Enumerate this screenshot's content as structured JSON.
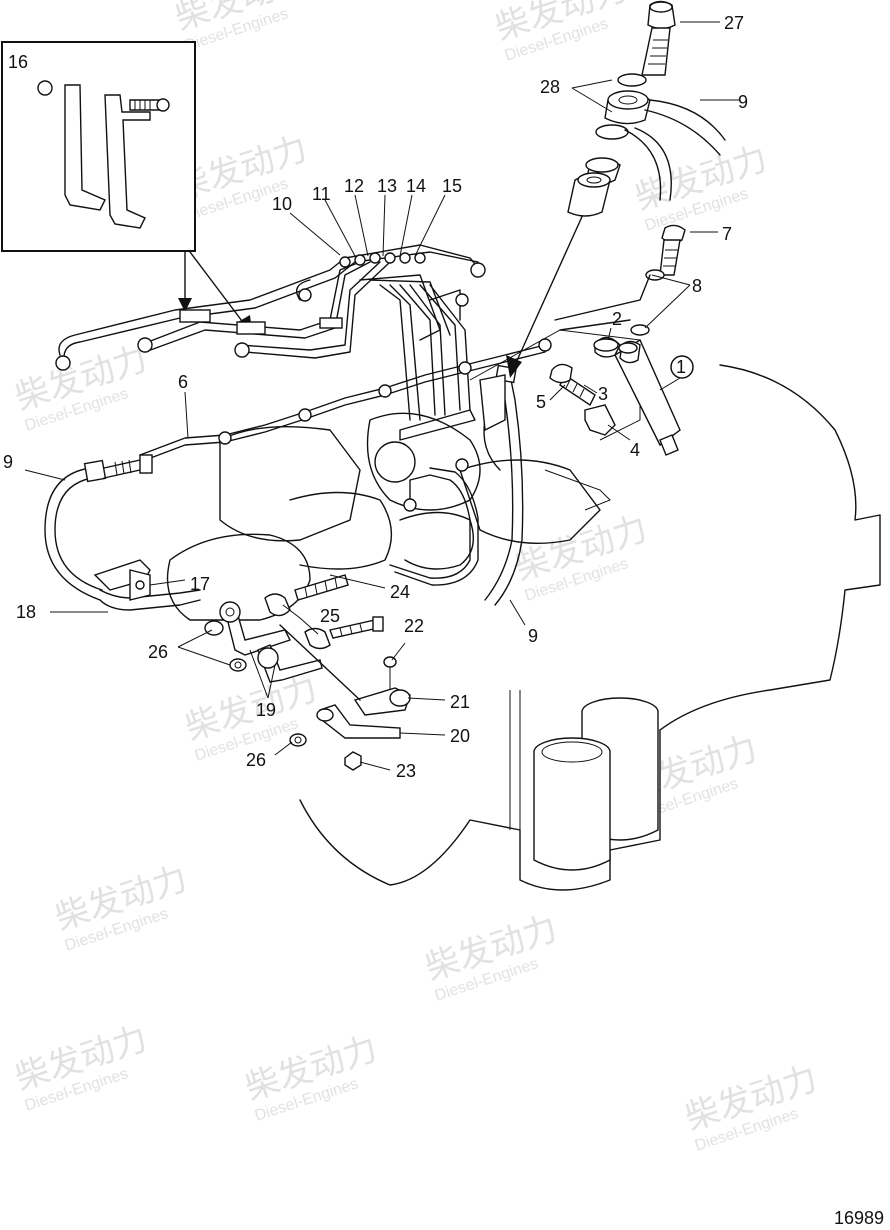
{
  "drawing_number": "16989",
  "watermark": {
    "cn": "柴发动力",
    "en": "Diesel-Engines"
  },
  "callouts": {
    "c1": "1",
    "c2": "2",
    "c3": "3",
    "c4": "4",
    "c5": "5",
    "c7": "7",
    "c8": "8",
    "c9a": "9",
    "c9b": "9",
    "c9c": "9",
    "c10": "10",
    "c11": "11",
    "c12": "12",
    "c13": "13",
    "c14": "14",
    "c15": "15",
    "c16": "16",
    "c17": "17",
    "c18": "18",
    "c19": "19",
    "c20": "20",
    "c21": "21",
    "c22": "22",
    "c23": "23",
    "c24": "24",
    "c25": "25",
    "c26a": "26",
    "c26b": "26",
    "c27": "27",
    "c28": "28",
    "c6": "6"
  }
}
